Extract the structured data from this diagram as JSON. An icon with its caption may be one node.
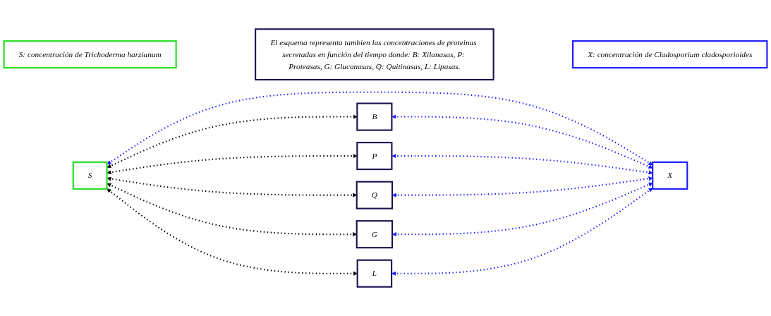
{
  "diagram": {
    "nodes": [
      {
        "text": [
          "S: concentración de Trichoderma harzianum"
        ]
      },
      {
        "text": [
          "B"
        ]
      },
      {
        "text": [
          "X: concentración de Cladosporium cladosporioides"
        ]
      },
      {
        "text": [
          "P"
        ]
      },
      {
        "text": [
          "S"
        ]
      },
      {
        "text": [
          "Q"
        ]
      },
      {
        "text": [
          "X"
        ]
      },
      {
        "text": [
          "G"
        ]
      },
      {
        "text": [
          "L"
        ]
      },
      {
        "text": [
          "El esquema representa tambien las concentraciones de proteinas secretadas en función del tiempo donde: B: Xilanasas, P: Proteasas, G: Glucanasas, Q: Quitinasas, L: Lipasas."
        ]
      }
    ],
    "edges": [
      {
        "from": 4,
        "to": 1,
        "arrow": "both",
        "style": "dashed",
        "color": "#000000"
      },
      {
        "from": 4,
        "to": 3,
        "arrow": "both",
        "style": "dashed",
        "color": "#000000"
      },
      {
        "from": 4,
        "to": 5,
        "arrow": "both",
        "style": "dashed",
        "color": "#000000"
      },
      {
        "from": 4,
        "to": 7,
        "arrow": "both",
        "style": "dashed",
        "color": "#000000"
      },
      {
        "from": 4,
        "to": 8,
        "arrow": "both",
        "style": "dashed",
        "color": "#000000"
      },
      {
        "from": 4,
        "to": 6,
        "arrow": "both",
        "style": "dashed"
      },
      {
        "from": 1,
        "to": 6,
        "arrow": "both",
        "style": "dashed"
      },
      {
        "from": 3,
        "to": 6,
        "arrow": "both",
        "style": "dashed"
      },
      {
        "from": 5,
        "to": 6,
        "arrow": "both",
        "style": "dashed"
      },
      {
        "from": 7,
        "to": 6,
        "arrow": "both",
        "style": "dashed"
      },
      {
        "from": 8,
        "to": 6,
        "arrow": "both",
        "style": "dashed"
      }
    ]
  }
}
